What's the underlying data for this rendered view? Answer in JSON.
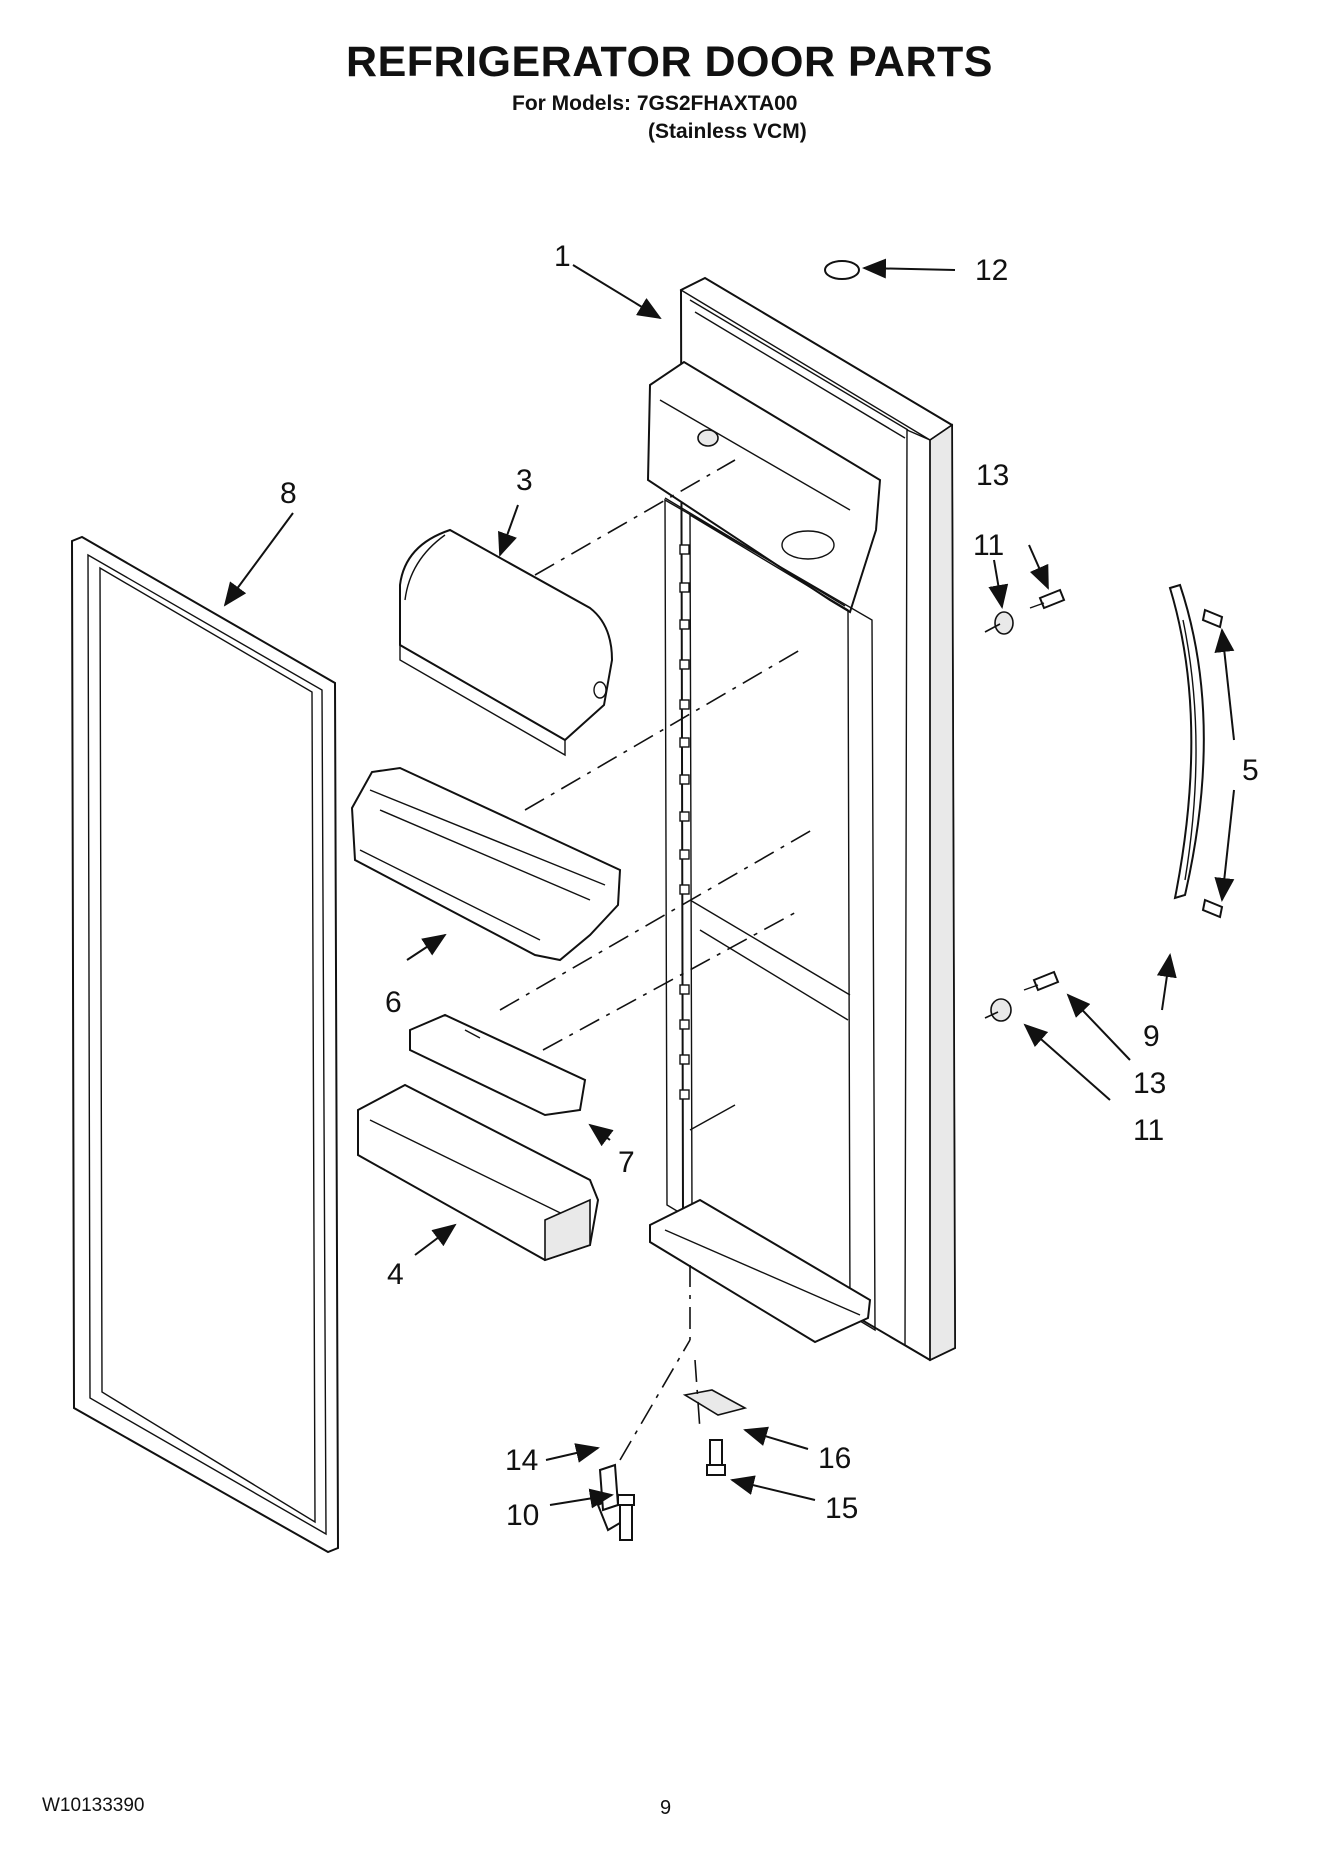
{
  "header": {
    "title": "REFRIGERATOR DOOR PARTS",
    "models_line": "For Models: 7GS2FHAXTA00",
    "variant_line": "(Stainless VCM)"
  },
  "callouts": {
    "c1": "1",
    "c3": "3",
    "c4": "4",
    "c5": "5",
    "c6": "6",
    "c7": "7",
    "c8": "8",
    "c9": "9",
    "c10": "10",
    "c11a": "11",
    "c11b": "11",
    "c12": "12",
    "c13a": "13",
    "c13b": "13",
    "c14": "14",
    "c15": "15",
    "c16": "16"
  },
  "footer": {
    "doc_number": "W10133390",
    "page_number": "9"
  }
}
